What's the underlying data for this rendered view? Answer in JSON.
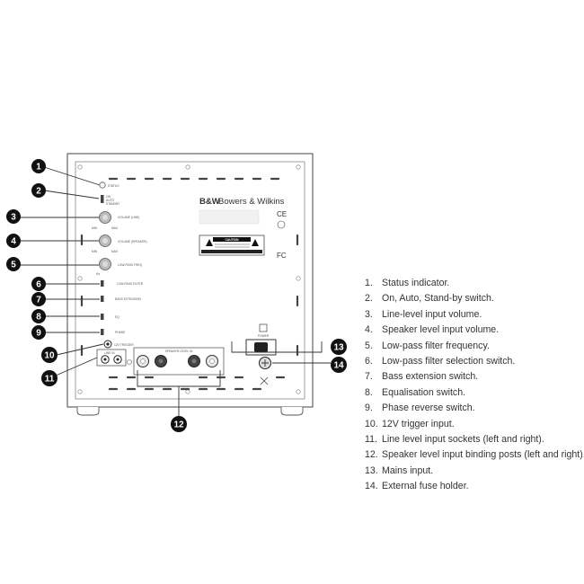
{
  "panel": {
    "brand_short": "B&W",
    "brand_name": "Bowers & Wilkins",
    "status_label": "STATUS",
    "mode_options": [
      "ON",
      "AUTO",
      "STANDBY"
    ],
    "volume_line_label": "VOLUME (LINE)",
    "volume_speaker_label": "VOLUME (SPEAKER)",
    "low_pass_freq_label": "LOW-PASS FREQ",
    "min_label": "MIN",
    "max_label": "MAX",
    "hz_label": "Hz",
    "low_pass_filter_label": "LOW-PASS FILTER",
    "bass_extension_label": "BASS EXTENSION",
    "eq_label": "EQ",
    "phase_label": "PHASE",
    "trigger_label": "12V TRIGGER",
    "line_in_label": "LINE IN",
    "speaker_level_in_label": "SPEAKER LEVEL IN",
    "power_label": "POWER",
    "caution_title": "CAUTION",
    "ce_mark": "CE",
    "fc_mark": "FC"
  },
  "legend": [
    {
      "num": "1.",
      "text": "Status indicator."
    },
    {
      "num": "2.",
      "text": "On, Auto, Stand-by switch."
    },
    {
      "num": "3.",
      "text": "Line-level input volume."
    },
    {
      "num": "4.",
      "text": "Speaker level input volume."
    },
    {
      "num": "5.",
      "text": "Low-pass filter frequency."
    },
    {
      "num": "6.",
      "text": "Low-pass filter selection switch."
    },
    {
      "num": "7.",
      "text": "Bass extension switch."
    },
    {
      "num": "8.",
      "text": "Equalisation switch."
    },
    {
      "num": "9.",
      "text": "Phase reverse switch."
    },
    {
      "num": "10.",
      "text": "12V trigger input."
    },
    {
      "num": "11.",
      "text": "Line level input sockets (left and right)."
    },
    {
      "num": "12.",
      "text": "Speaker level input binding posts (left and right)."
    },
    {
      "num": "13.",
      "text": "Mains input."
    },
    {
      "num": "14.",
      "text": "External fuse holder."
    }
  ],
  "callouts": [
    "1",
    "2",
    "3",
    "4",
    "5",
    "6",
    "7",
    "8",
    "9",
    "10",
    "11",
    "12",
    "13",
    "14"
  ]
}
